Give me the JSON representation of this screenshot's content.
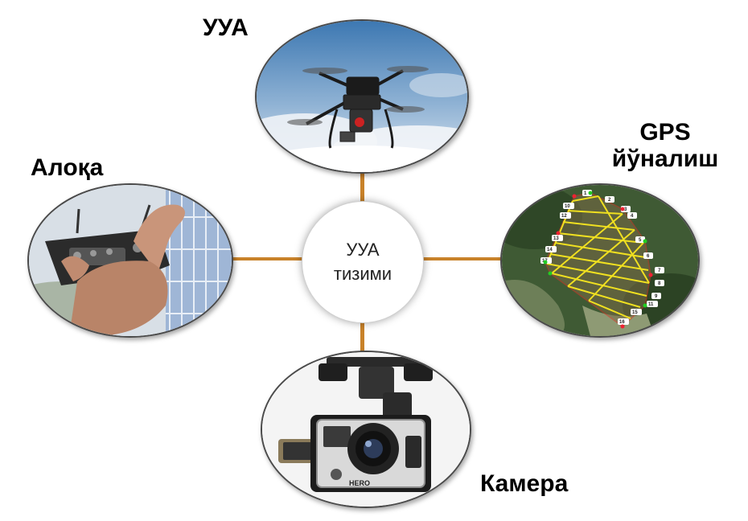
{
  "diagram": {
    "center": {
      "line1": "УУА",
      "line2": "тизими"
    },
    "nodes": {
      "top": {
        "label": "УУА"
      },
      "left": {
        "label": "Алоқа"
      },
      "right": {
        "label_line1": "GPS",
        "label_line2": "йўналиш"
      },
      "bottom": {
        "label": "Камера"
      }
    },
    "gps_waypoints": [
      "1",
      "2",
      "3",
      "4",
      "5",
      "6",
      "7",
      "8",
      "9",
      "10",
      "11",
      "12",
      "13",
      "14",
      "15",
      "16",
      "17"
    ],
    "camera_brand": "HERO",
    "colors": {
      "connector": "#c8822a",
      "route": "#f0e020"
    }
  }
}
